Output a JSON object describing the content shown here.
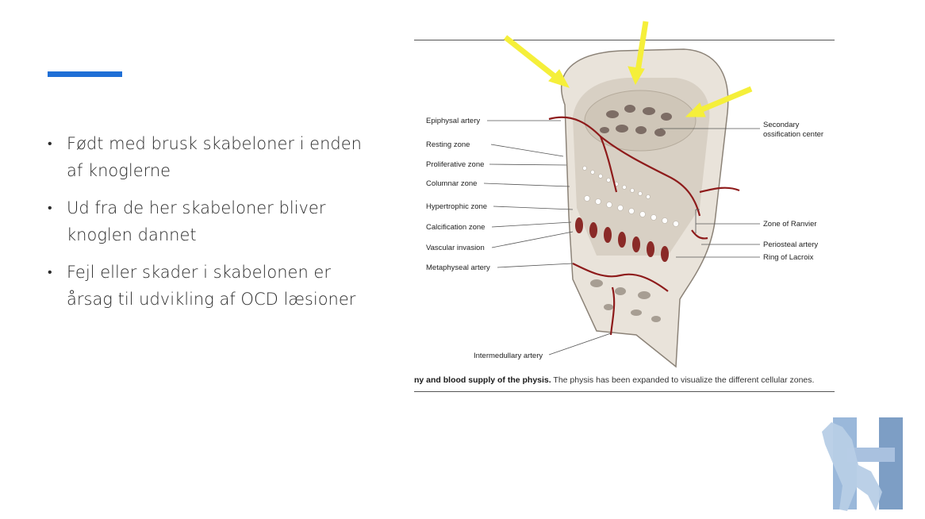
{
  "slide": {
    "bullets": [
      "Født med brusk skabeloner i enden af knoglerne",
      "Ud fra de her skabeloner bliver knoglen dannet",
      "Fejl eller skader i skabelonen er årsag til udvikling af OCD læsioner"
    ]
  },
  "figure": {
    "labels_left": [
      "Epiphysal artery",
      "Resting zone",
      "Proliferative zone",
      "Columnar zone",
      "Hypertrophic zone",
      "Calcification zone",
      "Vascular invasion",
      "Metaphyseal artery",
      "Intermedullary artery"
    ],
    "labels_right": [
      "Secondary",
      "ossification center",
      "Zone of Ranvier",
      "Periosteal artery",
      "Ring of Lacroix"
    ],
    "caption_bold": "ny and blood supply of the physis.",
    "caption_rest": " The physis has been expanded to visualize the different cellular zones."
  },
  "colors": {
    "accent": "#1f6fd6",
    "arrow": "#f5ef3a",
    "artery": "#8e1b1b",
    "logo": "#8fb0d6"
  }
}
